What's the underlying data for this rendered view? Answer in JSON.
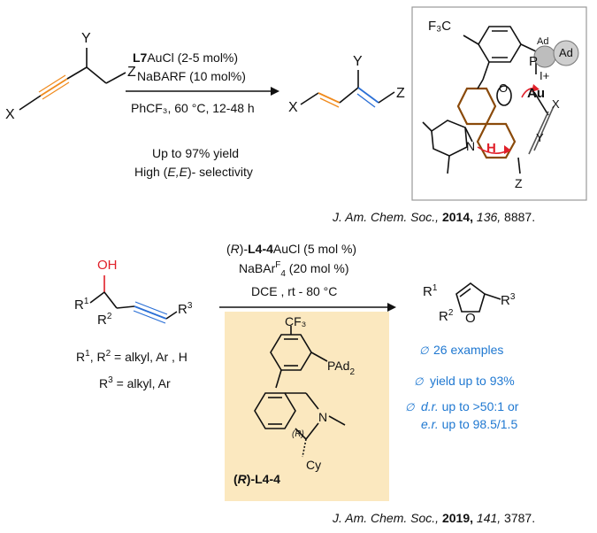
{
  "reaction1": {
    "reagent_line1_bold": "L7",
    "reagent_line1_rest": "AuCl (2-5 mol%)",
    "reagent_line2": "NaBARF (10 mol%)",
    "conditions": "PhCF₃, 60 °C, 12-48 h",
    "yield_line": "Up to 97% yield",
    "selectivity_pre": "High (",
    "selectivity_ee": "E,E",
    "selectivity_post": ")- selectivity",
    "substrate_labels": {
      "x": "X",
      "y": "Y",
      "z": "Z"
    },
    "product_labels": {
      "x": "X",
      "y": "Y",
      "z": "Z"
    }
  },
  "mechanism_box": {
    "cf3": "F₃C",
    "p": "P",
    "ad1": "Ad",
    "ad2": "Ad",
    "iplus": "I+",
    "au": "Au",
    "o": "O",
    "x": "X",
    "y": "Y",
    "z": "Z",
    "n": "N",
    "h": "H"
  },
  "citation1": {
    "journal": "J. Am. Chem. Soc.,",
    "year": "2014,",
    "volume": "136,",
    "page": "8887."
  },
  "reaction2": {
    "cat_pre": "(",
    "cat_r": "R",
    "cat_mid": ")-",
    "cat_bold": "L4-4",
    "cat_rest": "AuCl (5 mol %)",
    "additive_pre": "NaBAr",
    "additive_sup": "F",
    "additive_sub": "4",
    "additive_rest": " (20 mol %)",
    "solvent": "DCE , rt - 80 °C",
    "substrate": {
      "oh": "OH",
      "r1": "R",
      "r1_sup": "1",
      "r2": "R",
      "r2_sup": "2",
      "r3": "R",
      "r3_sup": "3"
    },
    "defs_line1": {
      "r1": "R",
      "s1": "1",
      "comma": ", R",
      "s2": "2",
      "rest": " = alkyl, Ar , H"
    },
    "defs_line2": {
      "r3": "R",
      "s3": "3",
      "rest": " = alkyl, Ar"
    },
    "product": {
      "r1": "R",
      "r1_sup": "1",
      "r2": "R",
      "r2_sup": "2",
      "o": "O",
      "r3": "R",
      "r3_sup": "3"
    },
    "ligand": {
      "cf3": "CF₃",
      "pad": "PAd",
      "pad_sub": "2",
      "n": "N",
      "r": "(R)",
      "cy": "Cy",
      "label_pre": "(",
      "label_r": "R",
      "label_post": ")-L4-4"
    },
    "highlights": [
      {
        "text": "26 examples"
      },
      {
        "text": "yield up to 93%"
      },
      {
        "pre": "d.r.",
        "text": " up to >50:1 or"
      },
      {
        "pre": "e.r.",
        "text": " up to 98.5/1.5"
      }
    ]
  },
  "citation2": {
    "journal": "J. Am. Chem. Soc.,",
    "year": "2019,",
    "volume": "141,",
    "page": "3787."
  },
  "colors": {
    "blue_text": "#1f78d1",
    "alkyne_orange": "#f08a1c",
    "alkyne_blue": "#2a6fd6",
    "oh_red": "#e0202a",
    "ligand_highlight": "#fbe8bf",
    "arrow_red": "#e0202a",
    "gold_dark": "#8a4a0a"
  }
}
